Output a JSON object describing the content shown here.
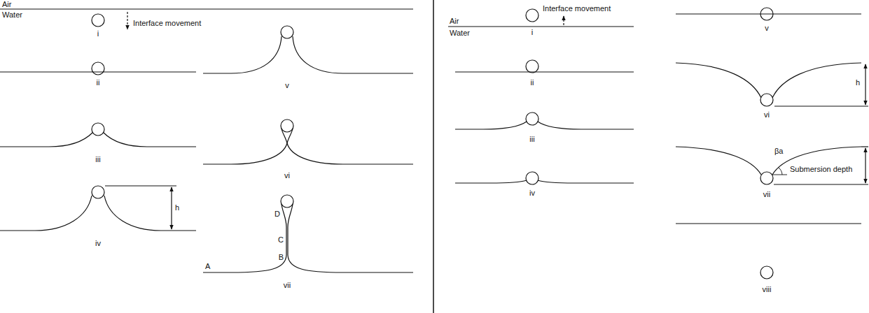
{
  "diagram": {
    "labels": [
      "Air",
      "Water",
      "Interface movement",
      "i",
      "ii",
      "iii",
      "iv",
      "h",
      "v",
      "vi",
      "vii",
      "A",
      "B",
      "C",
      "D",
      "Interface movement",
      "Air",
      "Water",
      "i",
      "ii",
      "iii",
      "iv",
      "v",
      "vi",
      "h",
      "βa",
      "Submersion depth",
      "vii",
      "viii"
    ]
  }
}
